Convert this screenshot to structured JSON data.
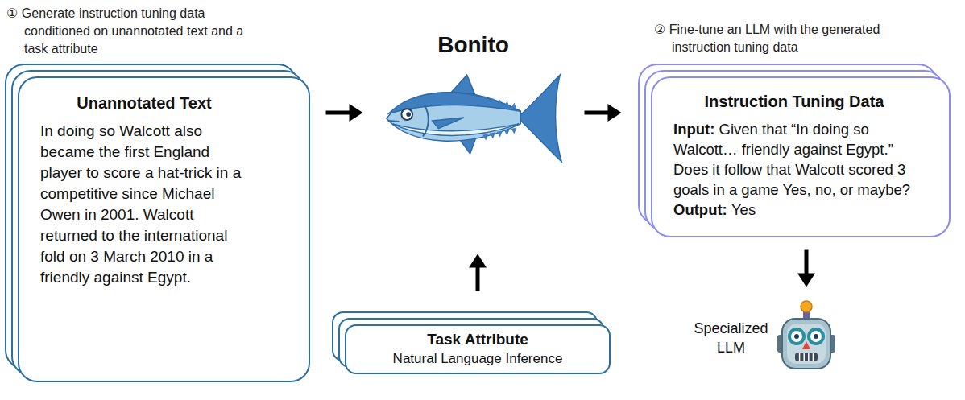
{
  "diagram": {
    "nodes": [
      {
        "text": [
          "Unannotated Text",
          "In doing so Walcott also became the first England player to score a hat-trick in a competitive since Michael Owen in 2001. Walcott returned to the international fold on 3 March 2010 in a friendly against Egypt."
        ]
      },
      {
        "text": [
          "Bonito"
        ]
      },
      {
        "text": [
          "Task Attribute",
          "Natural Language Inference"
        ]
      },
      {
        "text": [
          "Instruction Tuning Data",
          "Input:",
          "Given that “In doing so Walcott… friendly against Egypt.” Does it follow that Walcott scored 3 goals in a game Yes, no, or maybe?",
          "Output:",
          "Yes"
        ]
      },
      {
        "text": [
          "Specialized LLM"
        ]
      }
    ],
    "edges": [
      {
        "from": 0,
        "to": 1,
        "arrow": "to"
      },
      {
        "from": 2,
        "to": 1,
        "arrow": "to"
      },
      {
        "from": 1,
        "to": 3,
        "arrow": "to"
      },
      {
        "from": 3,
        "to": 4,
        "arrow": "to"
      }
    ],
    "labels": [
      "① Generate instruction tuning data conditioned on unannotated text and a task attribute",
      "② Fine-tune an LLM with the generated instruction tuning data"
    ]
  }
}
